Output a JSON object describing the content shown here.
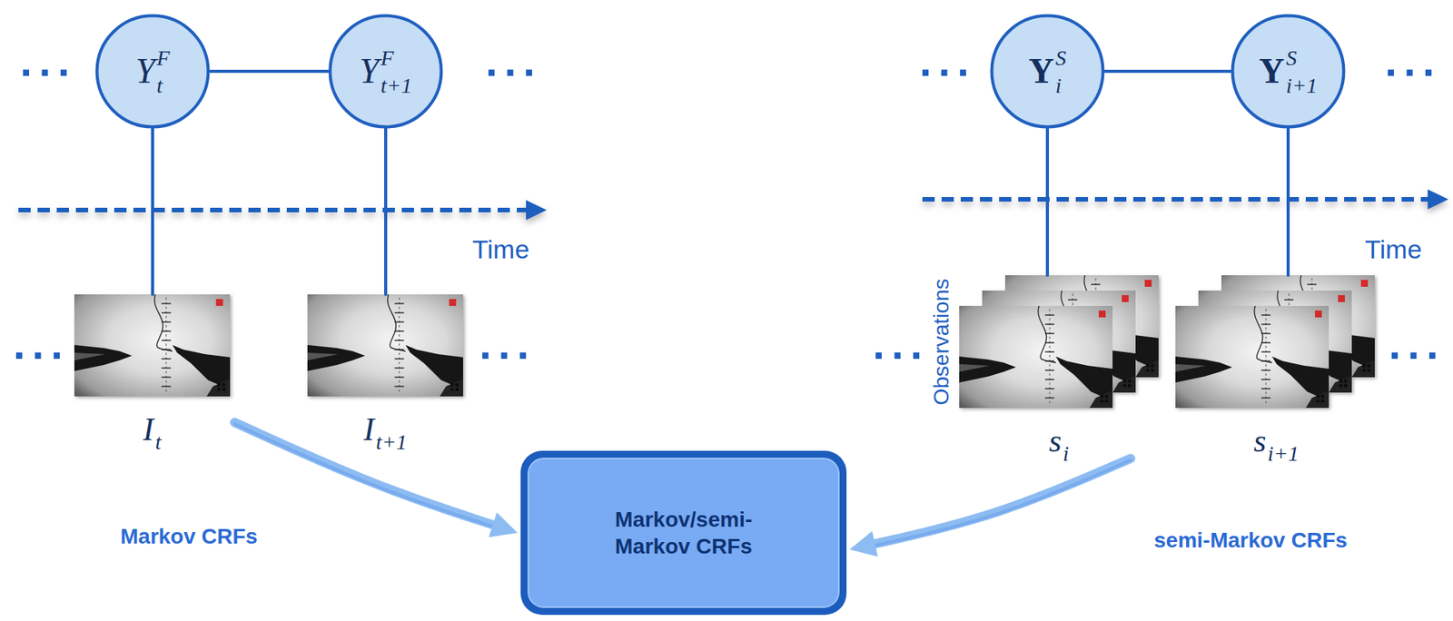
{
  "diagram": {
    "nodes": [
      {
        "text": [
          "Y",
          "t",
          "F"
        ]
      },
      {
        "text": [
          "Y",
          "t+1",
          "F"
        ]
      },
      {
        "text": [
          "I",
          "t"
        ]
      },
      {
        "text": [
          "I",
          "t+1"
        ]
      },
      {
        "text": [
          "Y",
          "i",
          "S"
        ]
      },
      {
        "text": [
          "Y",
          "i+1",
          "S"
        ]
      },
      {
        "text": [
          "s",
          "i"
        ]
      },
      {
        "text": [
          "s",
          "i+1"
        ]
      },
      {
        "text": [
          "Markov/semi- Markov CRFs"
        ]
      }
    ],
    "edges": [
      {
        "from": 0,
        "to": 1,
        "arrow": "none"
      },
      {
        "from": 0,
        "to": 2,
        "arrow": "none"
      },
      {
        "from": 1,
        "to": 3,
        "arrow": "none"
      },
      {
        "from": 4,
        "to": 5,
        "arrow": "none"
      },
      {
        "from": 4,
        "to": 6,
        "arrow": "none"
      },
      {
        "from": 5,
        "to": 7,
        "arrow": "none"
      },
      {
        "from": 2,
        "to": 8,
        "label": "Markov CRFs",
        "arrow": "to"
      },
      {
        "from": 6,
        "to": 8,
        "label": "semi-Markov CRFs",
        "arrow": "to"
      }
    ],
    "labels": [
      "...",
      "...",
      "...",
      "...",
      "Time",
      "Time",
      "Observations",
      "...",
      "...",
      "...",
      "..."
    ]
  }
}
